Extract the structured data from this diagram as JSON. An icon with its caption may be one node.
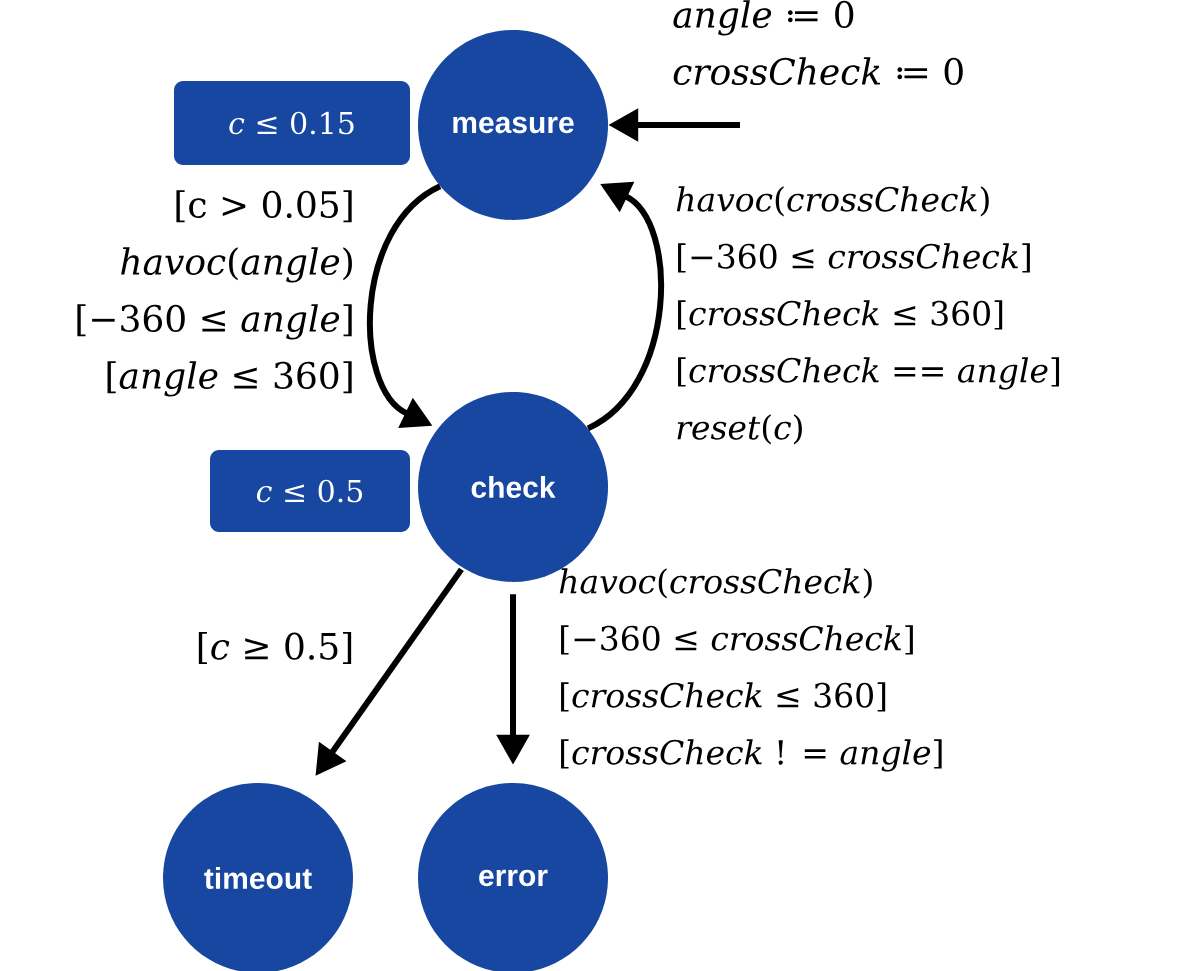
{
  "diagram": {
    "nodes": [
      {
        "text": [
          "measure"
        ]
      },
      {
        "text": [
          "check"
        ]
      },
      {
        "text": [
          "timeout"
        ]
      },
      {
        "text": [
          "error"
        ]
      },
      {
        "text": [
          "*c* ≤ 0.15"
        ]
      },
      {
        "text": [
          "*c* ≤ 0.5"
        ]
      }
    ],
    "edges": [
      {
        "from": null,
        "to": 0,
        "arrow": "to",
        "label": "*angle* ≔ 0 *crossCheck* ≔ 0"
      },
      {
        "from": 0,
        "to": 1,
        "arrow": "to",
        "label": "[c > 0.05] *havoc*(*angle*) [−360 ≤ *angle*] [*angle* ≤ 360]"
      },
      {
        "from": 1,
        "to": 0,
        "arrow": "to",
        "label": "*havoc*(*crossCheck*) [−360 ≤ *crossCheck*] [*crossCheck* ≤ 360] [*crossCheck* == *angle*] *reset*(*c*)"
      },
      {
        "from": 1,
        "to": 2,
        "arrow": "to",
        "label": "[*c* ≥ 0.5]"
      },
      {
        "from": 1,
        "to": 3,
        "arrow": "to",
        "label": "*havoc*(*crossCheck*) [−360 ≤ *crossCheck*] [*crossCheck* ≤ 360] [*crossCheck* ! = *angle*]"
      }
    ]
  }
}
